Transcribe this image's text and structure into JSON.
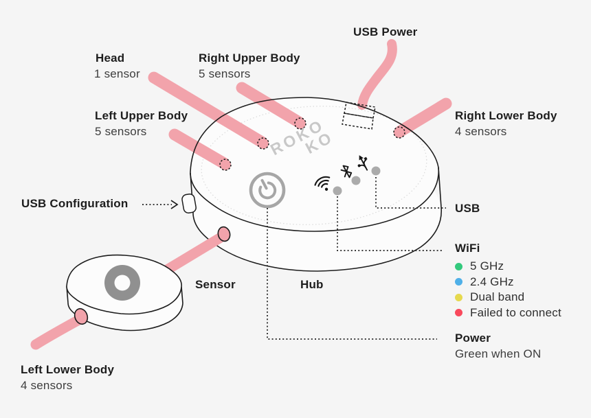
{
  "background": "#f5f5f5",
  "colors": {
    "cable_pink": "#f2a3ab",
    "outline": "#1c1c1c",
    "device_fill": "#fcfcfc",
    "logo_gray": "#c8c8c8",
    "led_gray": "#ababab",
    "power_button_gray": "#a6a6a6"
  },
  "callouts": {
    "usb_power": {
      "title": "USB Power"
    },
    "head": {
      "title": "Head",
      "subtitle": "1 sensor"
    },
    "right_upper_body": {
      "title": "Right Upper Body",
      "subtitle": "5 sensors"
    },
    "left_upper_body": {
      "title": "Left Upper Body",
      "subtitle": "5 sensors"
    },
    "right_lower_body": {
      "title": "Right Lower Body",
      "subtitle": "4 sensors"
    },
    "left_lower_body": {
      "title": "Left Lower Body",
      "subtitle": "4 sensors"
    },
    "usb_configuration": {
      "title": "USB Configuration"
    },
    "usb": {
      "title": "USB"
    },
    "sensor": {
      "title": "Sensor"
    },
    "hub": {
      "title": "Hub"
    },
    "power": {
      "title": "Power",
      "subtitle": "Green when ON"
    }
  },
  "wifi": {
    "title": "WiFi",
    "items": [
      {
        "label": "5 GHz",
        "color": "#33c97d"
      },
      {
        "label": "2.4 GHz",
        "color": "#4fb0e8"
      },
      {
        "label": "Dual band",
        "color": "#e6d94e"
      },
      {
        "label": "Failed to connect",
        "color": "#f9495c"
      }
    ]
  },
  "logo": {
    "line1": "ROKO",
    "line2": "KO"
  }
}
